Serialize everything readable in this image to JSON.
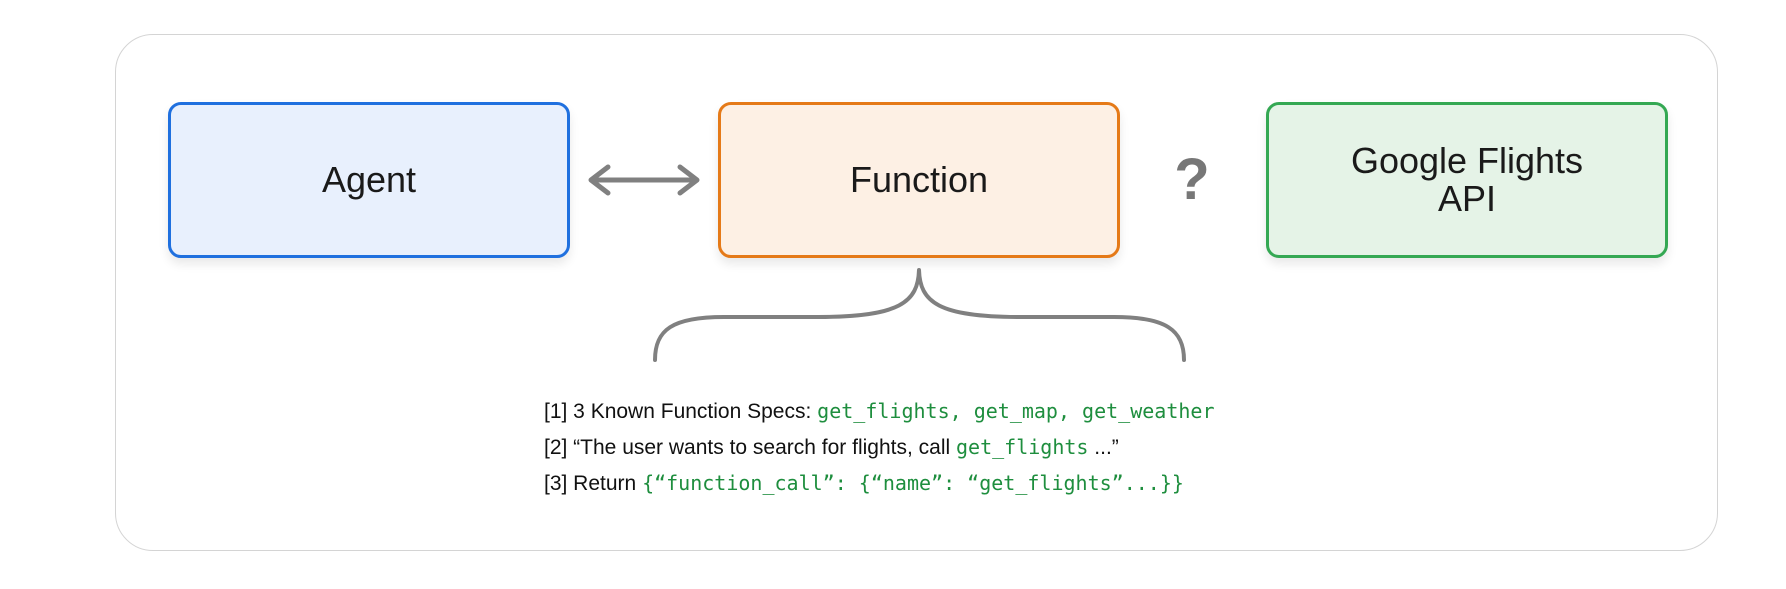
{
  "diagram": {
    "boxes": {
      "agent": "Agent",
      "function": "Function",
      "api": "Google Flights\nAPI"
    },
    "question_mark": "?",
    "notes": [
      {
        "text_before": "[1] 3 Known Function Specs: ",
        "code": "get_flights, get_map, get_weather",
        "text_after": ""
      },
      {
        "text_before": "[2] “The user wants to search for flights, call ",
        "code": "get_flights",
        "text_after": " ...”"
      },
      {
        "text_before": "[3] Return ",
        "code": "{“function_call”: {“name”: “get_flights”...}}",
        "text_after": ""
      }
    ]
  },
  "colors": {
    "agent_border": "#1f70df",
    "agent_fill": "#e8f0fd",
    "function_border": "#e57a18",
    "function_fill": "#fdf0e4",
    "api_border": "#34a853",
    "api_fill": "#e5f3e7",
    "connector_gray": "#777777",
    "code_green": "#1e8e3e"
  },
  "icons": {
    "connector": "double-headed-arrow-icon",
    "grouping": "curly-brace-icon"
  }
}
